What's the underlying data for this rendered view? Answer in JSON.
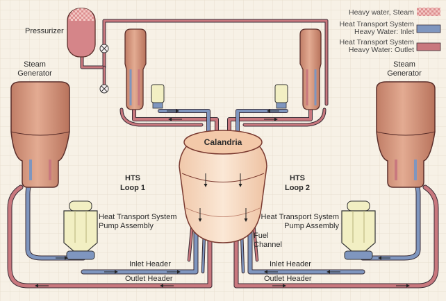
{
  "colors": {
    "background": "#f7f1e6",
    "grid": "#e6dccb",
    "steam_generator": "#d89b82",
    "steam_generator_stroke": "#5a2e2a",
    "inlet_pipe": "#7f96bf",
    "outlet_pipe": "#c9787e",
    "pipe_outline": "#3a2c35",
    "pump": "#f2efc3",
    "calandria_fill": "#f7dcc4",
    "calandria_stroke": "#7a3a30",
    "pressurizer": "#d58589"
  },
  "legend": {
    "steam": "Heavy water, Steam",
    "inlet_line1": "Heat Transport System",
    "inlet_line2": "Heavy Water: Inlet",
    "outlet_line1": "Heat Transport System",
    "outlet_line2": "Heavy Water: Outlet"
  },
  "labels": {
    "pressurizer": "Pressurizer",
    "steam_generator_left_1": "Steam",
    "steam_generator_left_2": "Generator",
    "steam_generator_right_1": "Steam",
    "steam_generator_right_2": "Generator",
    "calandria": "Calandria",
    "loop1_1": "HTS",
    "loop1_2": "Loop 1",
    "loop2_1": "HTS",
    "loop2_2": "Loop 2",
    "pump_left_1": "Heat Transport System",
    "pump_left_2": "Pump Assembly",
    "pump_right_1": "Heat Transport System",
    "pump_right_2": "Pump Assembly",
    "fuel_channel_1": "Fuel",
    "fuel_channel_2": "Channel",
    "inlet_header_left": "Inlet Header",
    "outlet_header_left": "Outlet Header",
    "inlet_header_right": "Inlet Header",
    "outlet_header_right": "Outlet Header"
  },
  "icons": [
    "valve-icon",
    "pump-icon",
    "flow-arrow-icon"
  ]
}
